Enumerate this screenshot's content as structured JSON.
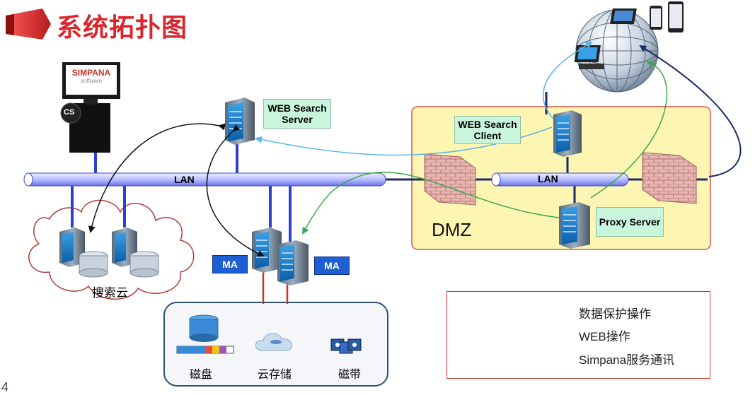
{
  "title": "系统拓扑图",
  "simpana_brand": "SIMPANA",
  "simpana_sub": "software",
  "cs_label": "CS",
  "web_search_server": "WEB Search Server",
  "web_search_client": "WEB Search Client",
  "proxy_server": "Proxy Server",
  "lan_main": "LAN",
  "lan_dmz": "LAN",
  "dmz": "DMZ",
  "ma_left": "MA",
  "ma_right": "MA",
  "search_cloud": "搜索云",
  "storage": {
    "disk": "磁盘",
    "cloud_storage": "云存储",
    "tape": "磁带"
  },
  "legend": [
    {
      "label": "数据保护操作",
      "color": "#3aa84a"
    },
    {
      "label": "WEB操作",
      "color": "#5ab4e6"
    },
    {
      "label": "Simpana服务通讯",
      "color": "#111111"
    }
  ],
  "page_number": "4",
  "colors": {
    "title": "#d9252b",
    "bus": "#2d3fd1",
    "dmz_fill": "#fdf6b3",
    "dmz_border": "#d9534f"
  }
}
